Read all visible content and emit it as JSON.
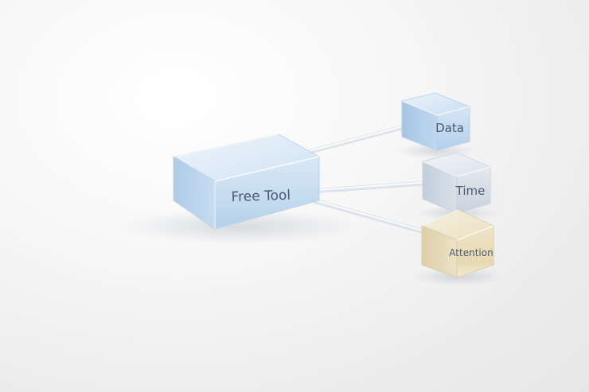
{
  "diagram": {
    "source": {
      "label": "Free Tool"
    },
    "targets": [
      {
        "id": "data",
        "label": "Data"
      },
      {
        "id": "time",
        "label": "Time"
      },
      {
        "id": "attention",
        "label": "Attention"
      }
    ]
  },
  "colors": {
    "source_glass": "#a9c8e8",
    "data_glass": "#a9c8e8",
    "time_glass": "#c3cfdc",
    "attention_glass": "#e8dcb6",
    "connector": "#d9e3ee",
    "label_text": "#4a5870"
  }
}
